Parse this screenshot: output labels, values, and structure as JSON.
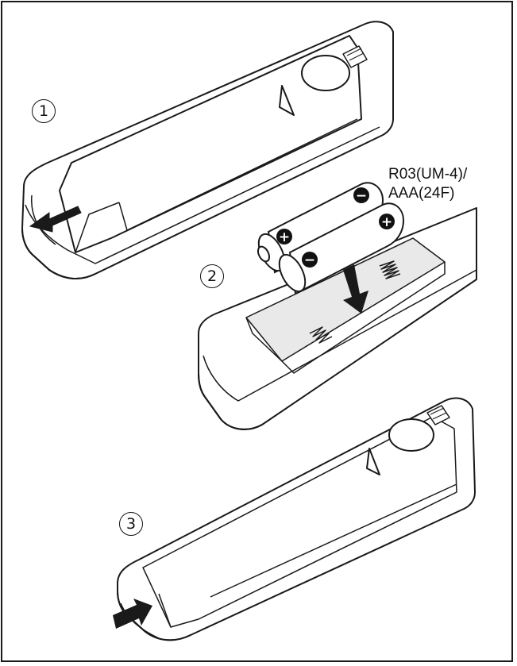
{
  "steps": [
    {
      "number": "1"
    },
    {
      "number": "2"
    },
    {
      "number": "3"
    }
  ],
  "battery_label": {
    "line1": "R03(UM-4)/",
    "line2": "AAA(24F)"
  },
  "polarity": {
    "plus": "+",
    "minus": "−"
  },
  "colors": {
    "line": "#1a1a1a",
    "fill": "#ffffff",
    "shade": "#e9e9e9"
  }
}
